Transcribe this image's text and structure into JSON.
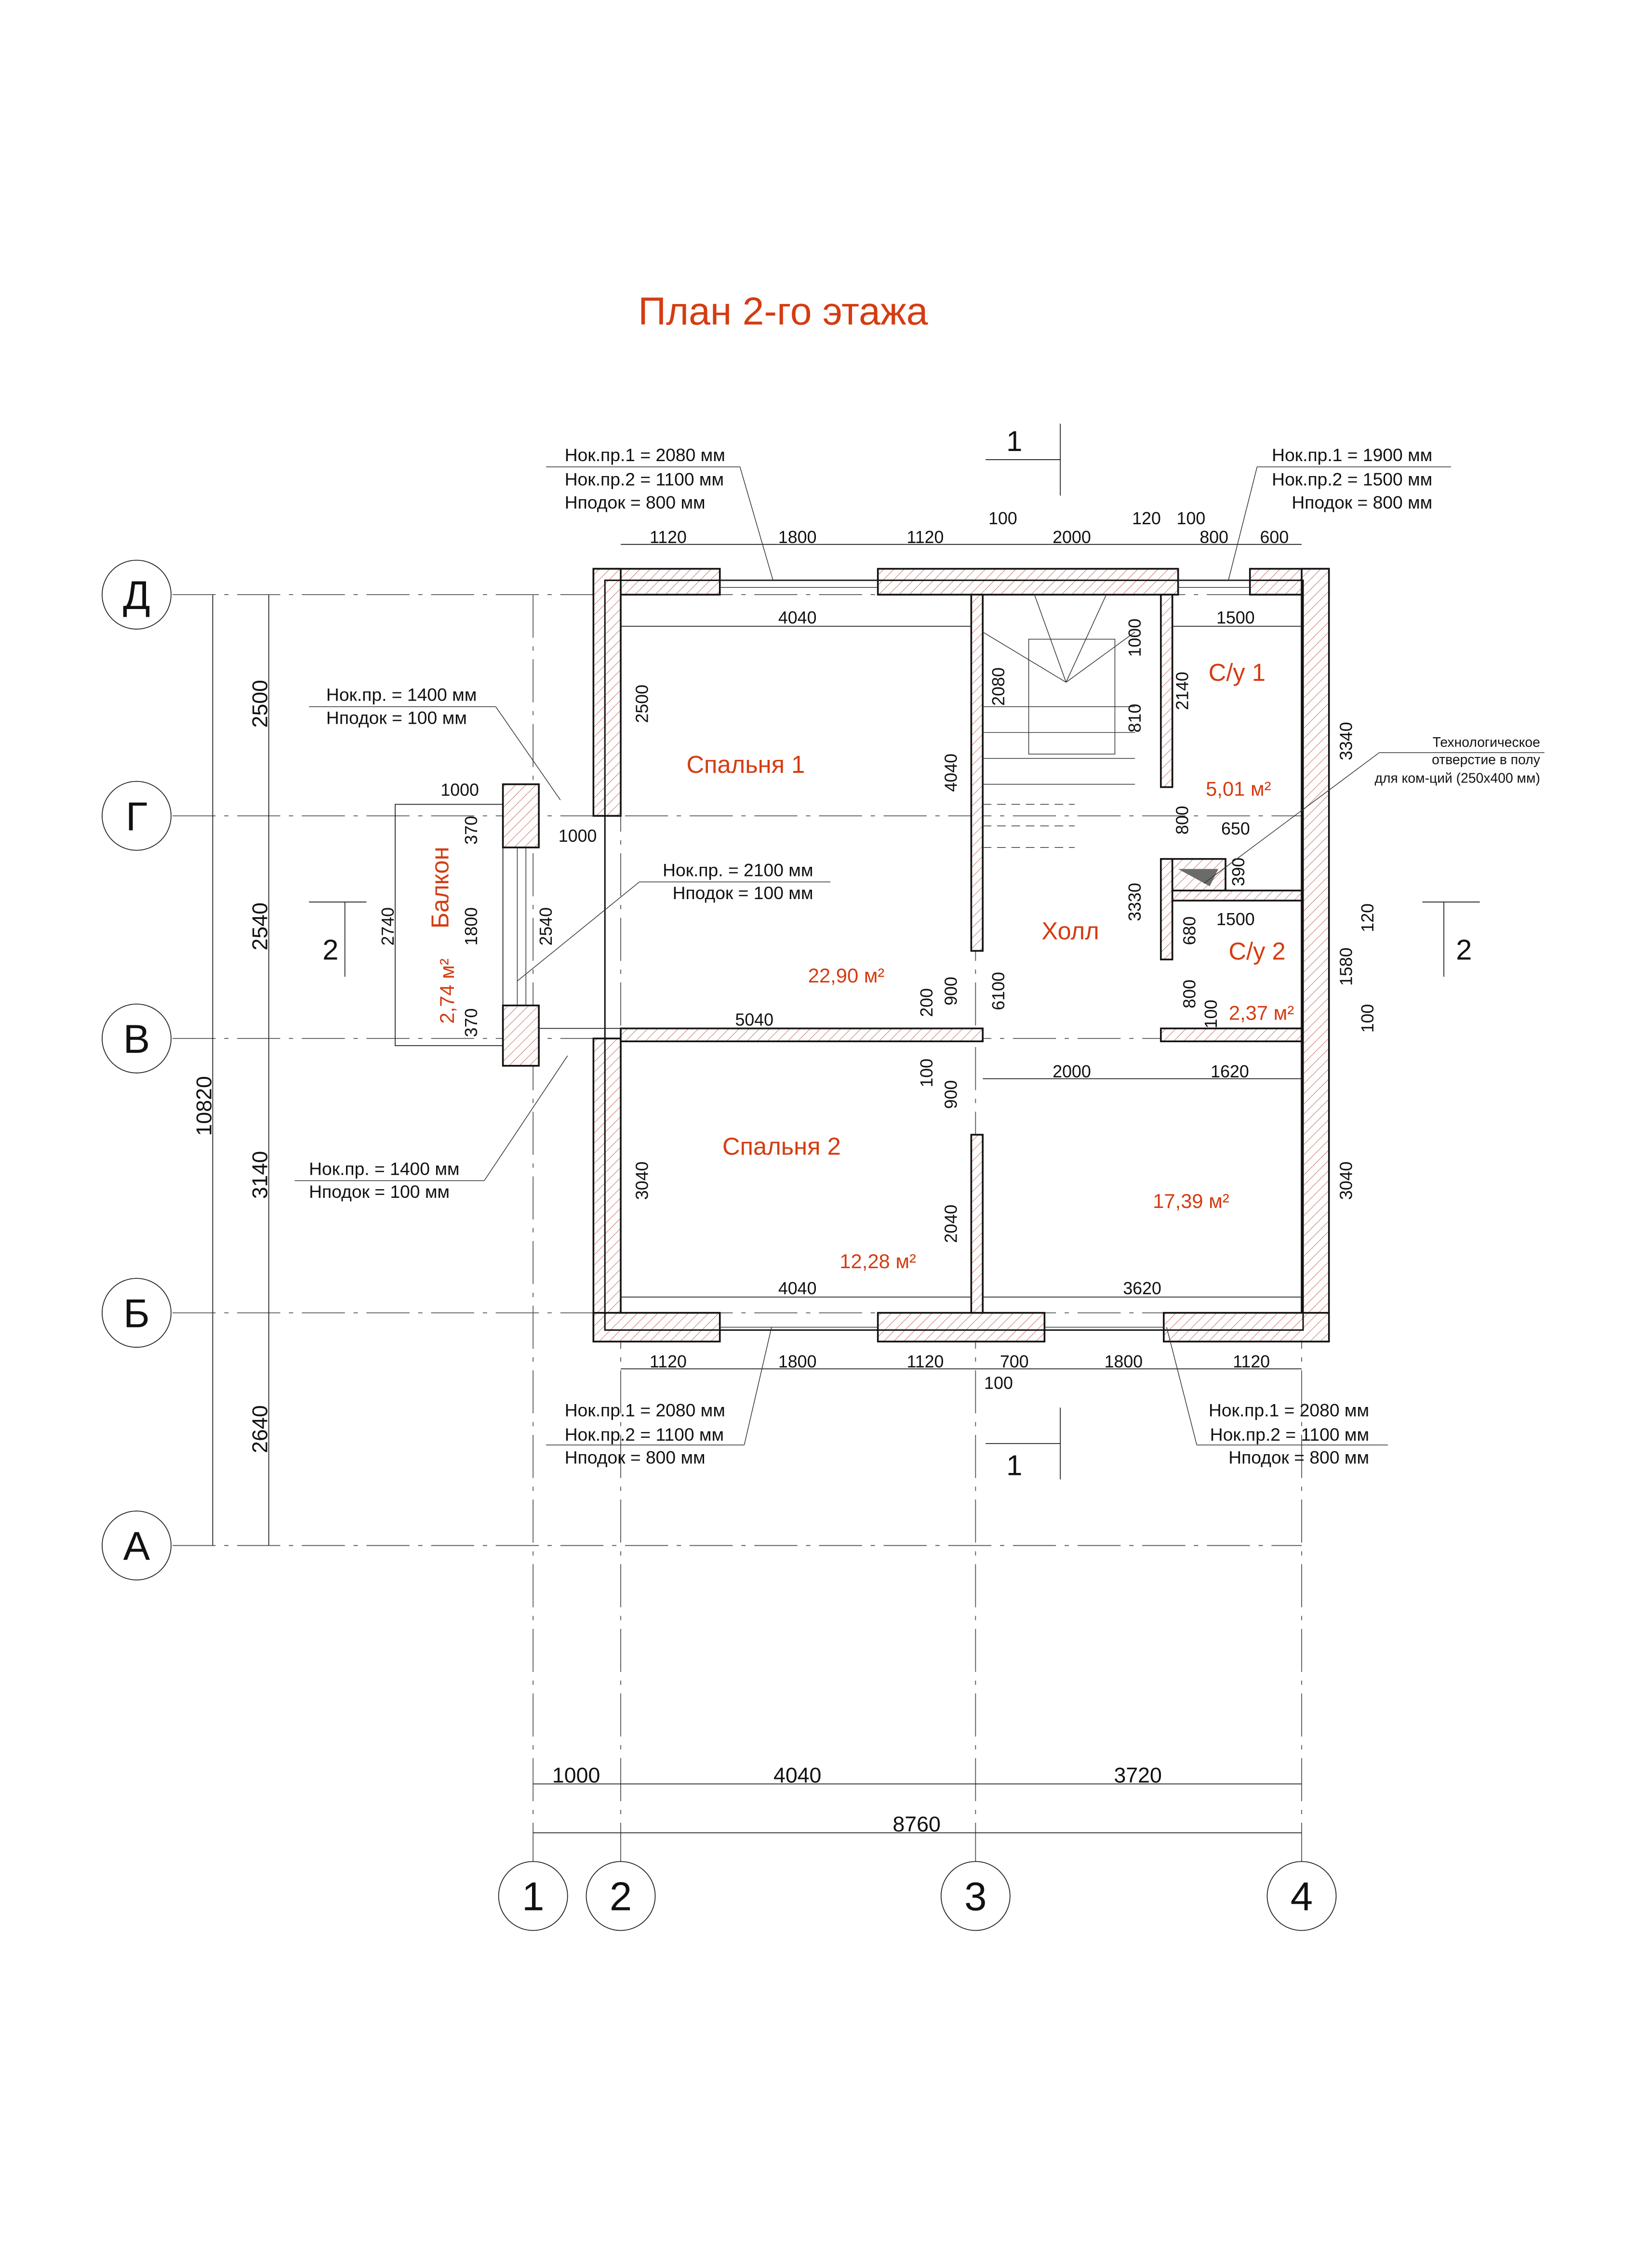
{
  "title": "План 2-го этажа",
  "colors": {
    "accent": "#d43c12",
    "lines": "#111111"
  },
  "axes": {
    "rows": [
      "Д",
      "Г",
      "В",
      "Б",
      "А"
    ],
    "cols": [
      "1",
      "2",
      "3",
      "4"
    ]
  },
  "sections": {
    "s1": "1",
    "s2": "2"
  },
  "left_dims": {
    "d1": "2500",
    "d2": "2540",
    "d3": "3140",
    "d4": "2640",
    "total": "10820"
  },
  "bottom_dims": {
    "d1": "1000",
    "d2": "4040",
    "d3": "3720",
    "total": "8760"
  },
  "top_row": {
    "a": "1120",
    "b": "1800",
    "c": "1120",
    "d": "2000",
    "e": "800",
    "f": "600",
    "g": "100",
    "h": "120",
    "i": "100"
  },
  "bottom_row": {
    "a": "1120",
    "b": "1800",
    "c": "1120",
    "d": "700",
    "e": "1800",
    "f": "1120",
    "g": "100"
  },
  "interior": {
    "w4040a": "4040",
    "w1500a": "1500",
    "w4040b": "4040",
    "w3620": "3620",
    "w5040": "5040",
    "w2000": "2000",
    "w1620": "1620",
    "w650": "650",
    "w1500b": "1500",
    "w1000a": "1000",
    "w1000b": "1000",
    "v2500": "2500",
    "v2080": "2080",
    "v1000": "1000",
    "v810": "810",
    "v2140": "2140",
    "v3340": "3340",
    "v4040": "4040",
    "v800a": "800",
    "v390": "390",
    "v3330": "3330",
    "v680": "680",
    "v120": "120",
    "v1580": "1580",
    "v800b": "800",
    "v100a": "100",
    "v100b": "100",
    "v900a": "900",
    "v200": "200",
    "v6100": "6100",
    "v100c": "100",
    "v900b": "900",
    "v3040a": "3040",
    "v2040": "2040",
    "v3040b": "3040",
    "v2740": "2740",
    "v1800": "1800",
    "v2540": "2540",
    "v370a": "370",
    "v370b": "370"
  },
  "rooms": {
    "bed1": "Спальня 1",
    "bed1_area": "22,90 м²",
    "hall": "Холл",
    "hall_area": "17,39 м²",
    "wc1": "С/у 1",
    "wc1_area": "5,01 м²",
    "wc2": "С/у 2",
    "wc2_area": "2,37 м²",
    "bed2": "Спальня 2",
    "bed2_area": "12,28 м²",
    "balcony": "Балкон",
    "balcony_area": "2,74 м²"
  },
  "notes": {
    "top_left": [
      "Нок.пр.1 = 2080 мм",
      "Нок.пр.2 = 1100 мм",
      "Нподок = 800 мм"
    ],
    "top_right": [
      "Нок.пр.1 = 1900 мм",
      "Нок.пр.2 = 1500 мм",
      "Нподок = 800 мм"
    ],
    "left_upper": [
      "Нок.пр. = 1400 мм",
      "Нподок = 100 мм"
    ],
    "left_lower": [
      "Нок.пр. = 1400 мм",
      "Нподок = 100 мм"
    ],
    "door": [
      "Нок.пр. = 2100 мм",
      "Нподок = 100 мм"
    ],
    "bottom_left": [
      "Нок.пр.1 = 2080 мм",
      "Нок.пр.2 = 1100 мм",
      "Нподок = 800 мм"
    ],
    "bottom_right": [
      "Нок.пр.1 = 2080 мм",
      "Нок.пр.2 = 1100 мм",
      "Нподок = 800 мм"
    ],
    "tech": [
      "Технологическое",
      "отверстие в полу",
      "для ком-ций (250х400 мм)"
    ]
  }
}
